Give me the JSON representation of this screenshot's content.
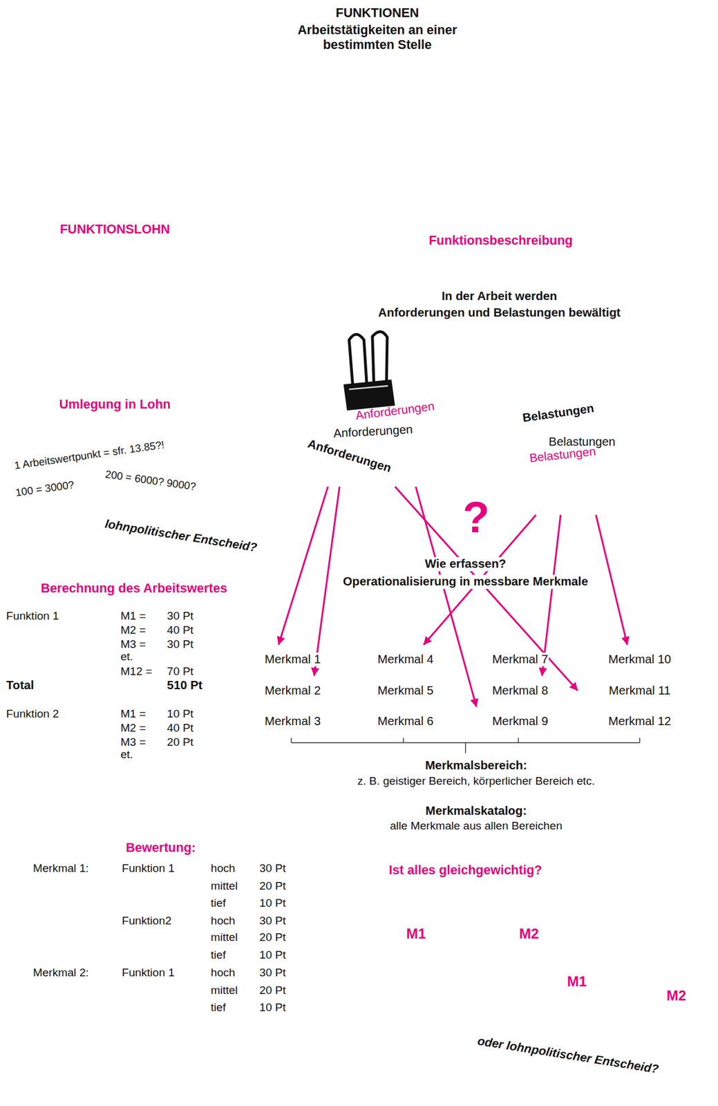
{
  "diagram": {
    "title": "FUNKTIONEN",
    "nodes": [
      {
        "text": [
          "Anforderungen",
          "Anforderungen",
          "Anforderungen"
        ]
      },
      {
        "text": [
          "Belastungen",
          "Belastungen",
          "Belastungen"
        ]
      },
      {
        "text": [
          "Merkmalsbereich:",
          "z. B. geistiger Bereich, körperlicher Bereich etc."
        ]
      },
      {
        "text": [
          "Merkmal 1"
        ],
        "in": 2
      },
      {
        "text": [
          "Merkmal 2"
        ],
        "in": 2
      },
      {
        "text": [
          "Merkmal 3"
        ],
        "in": 2
      },
      {
        "text": [
          "Merkmal 4"
        ],
        "in": 2
      },
      {
        "text": [
          "Merkmal 5"
        ],
        "in": 2
      },
      {
        "text": [
          "Merkmal 6"
        ],
        "in": 2
      },
      {
        "text": [
          "Merkmal 7"
        ],
        "in": 2
      },
      {
        "text": [
          "Merkmal 8"
        ],
        "in": 2
      },
      {
        "text": [
          "Merkmal 9"
        ],
        "in": 2
      },
      {
        "text": [
          "Merkmal 10"
        ],
        "in": 2
      },
      {
        "text": [
          "Merkmal 11"
        ],
        "in": 2
      },
      {
        "text": [
          "Merkmal 12"
        ],
        "in": 2
      },
      {
        "text": [
          "M1"
        ]
      },
      {
        "text": [
          "M2"
        ]
      },
      {
        "text": [
          "M1"
        ]
      },
      {
        "text": [
          "M2"
        ]
      }
    ],
    "edges": [
      {
        "from": 0,
        "to": 3,
        "arrow": "to"
      },
      {
        "from": 0,
        "to": 4,
        "arrow": "to"
      },
      {
        "from": 0,
        "to": 13,
        "arrow": "to"
      },
      {
        "from": 0,
        "to": 11,
        "arrow": "to"
      },
      {
        "from": 1,
        "to": 6,
        "arrow": "to"
      },
      {
        "from": 1,
        "to": 10,
        "arrow": "to"
      },
      {
        "from": 1,
        "to": 12,
        "arrow": "to"
      }
    ],
    "labels": [
      "Arbeitstätigkeiten an einer bestimmten Stelle",
      "FUNKTIONSLOHN",
      "Funktionsbeschreibung",
      "In der Arbeit werden",
      "Anforderungen und Belastungen bewältigt",
      "Umlegung in Lohn",
      "1 Arbeitswertpunkt = sfr. 13.85?!",
      "100 = 3000?",
      "200 = 6000? 9000?",
      "lohnpolitischer Entscheid?",
      "?",
      "Wie erfassen?",
      "Operationalisierung in messbare Merkmale",
      "Berechnung des Arbeitswertes",
      "Funktion 1",
      "M1 =",
      "30 Pt",
      "M2 =",
      "40 Pt",
      "M3 =",
      "30 Pt",
      "et.",
      "M12 =",
      "70 Pt",
      "Total",
      "510 Pt",
      "Funktion 2",
      "M1 =",
      "10 Pt",
      "M2 =",
      "40 Pt",
      "M3 =",
      "20 Pt",
      "et.",
      "Merkmalskatalog:",
      "alle Merkmale aus allen Bereichen",
      "Bewertung:",
      "Merkmal 1:",
      "Funktion 1",
      "hoch",
      "30 Pt",
      "mittel",
      "20 Pt",
      "tief",
      "10 Pt",
      "Funktion2",
      "hoch",
      "30 Pt",
      "mittel",
      "20 Pt",
      "tief",
      "10 Pt",
      "Merkmal 2:",
      "Funktion 1",
      "hoch",
      "30 Pt",
      "mittel",
      "20 Pt",
      "tief",
      "10 Pt",
      "Ist alles gleichgewichtig?",
      "oder lohnpolitischer Entscheid?"
    ]
  }
}
